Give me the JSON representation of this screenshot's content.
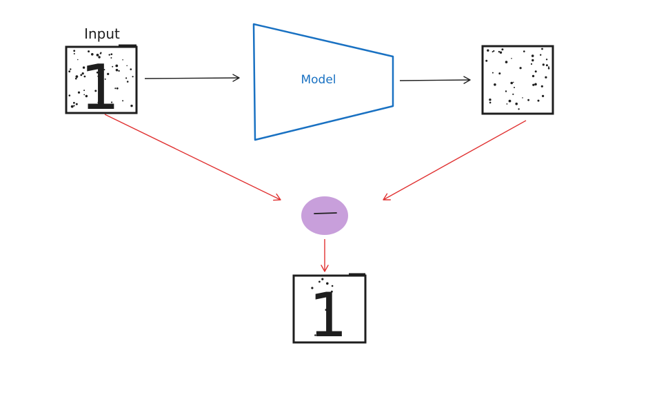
{
  "labels": {
    "input": "Input",
    "model": "Model",
    "operator": "−"
  },
  "digit": "1",
  "colors": {
    "background": "#ffffff",
    "ink": "#1e1e1e",
    "model_stroke": "#1971c2",
    "model_text": "#1971c2",
    "arrow_dark": "#1e1e1e",
    "arrow_red": "#e03131",
    "operator_fill": "#c89fdb"
  },
  "icons": {
    "noise": "speckle-noise",
    "model": "trapezoid-encoder",
    "operator": "subtraction-circle"
  }
}
